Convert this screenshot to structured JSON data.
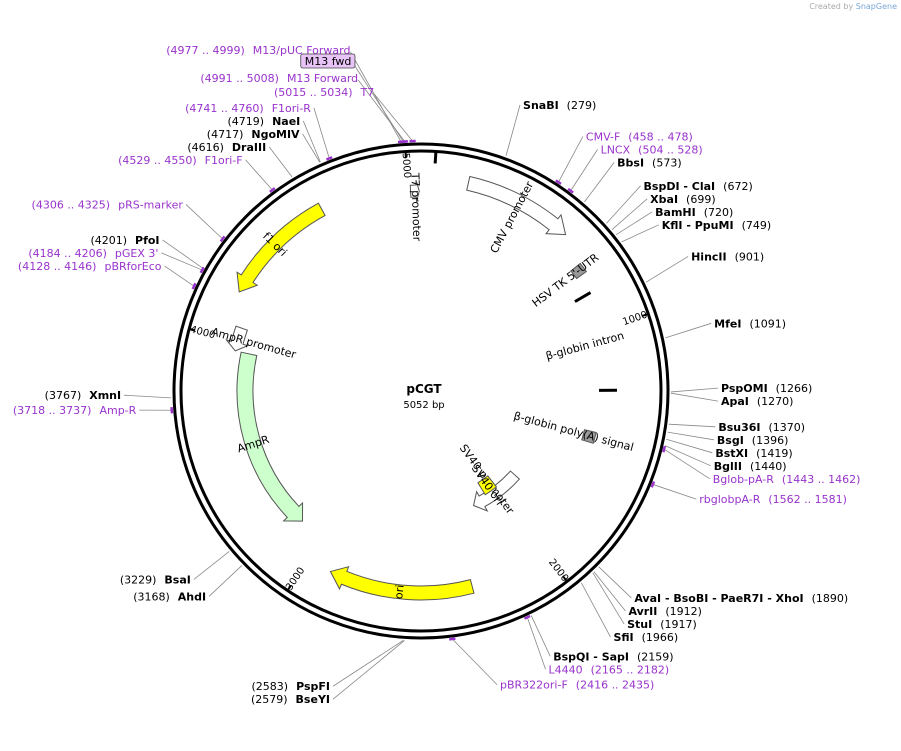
{
  "credit": {
    "prefix": "Created by",
    "brand": "SnapGene"
  },
  "plasmid": {
    "name": "pCGT",
    "size_label": "5052 bp",
    "length": 5052
  },
  "ticks": [
    "1000",
    "2000",
    "3000",
    "4000",
    "5000"
  ],
  "sites": [
    {
      "name": "SnaBI",
      "pos": 279,
      "loc": "(279)"
    },
    {
      "name": "BbsI",
      "pos": 573,
      "loc": "(573)"
    },
    {
      "name": "BspDI - ClaI",
      "pos": 672,
      "loc": "(672)"
    },
    {
      "name": "XbaI",
      "pos": 699,
      "loc": "(699)"
    },
    {
      "name": "BamHI",
      "pos": 720,
      "loc": "(720)"
    },
    {
      "name": "KflI - PpuMI",
      "pos": 749,
      "loc": "(749)"
    },
    {
      "name": "HincII",
      "pos": 901,
      "loc": "(901)"
    },
    {
      "name": "MfeI",
      "pos": 1091,
      "loc": "(1091)"
    },
    {
      "name": "PspOMI",
      "pos": 1266,
      "loc": "(1266)"
    },
    {
      "name": "ApaI",
      "pos": 1270,
      "loc": "(1270)"
    },
    {
      "name": "Bsu36I",
      "pos": 1370,
      "loc": "(1370)"
    },
    {
      "name": "BsgI",
      "pos": 1396,
      "loc": "(1396)"
    },
    {
      "name": "BstXI",
      "pos": 1419,
      "loc": "(1419)"
    },
    {
      "name": "BglII",
      "pos": 1440,
      "loc": "(1440)"
    },
    {
      "name": "AvaI - BsoBI - PaeR7I - XhoI",
      "pos": 1890,
      "loc": "(1890)"
    },
    {
      "name": "AvrII",
      "pos": 1912,
      "loc": "(1912)"
    },
    {
      "name": "StuI",
      "pos": 1917,
      "loc": "(1917)"
    },
    {
      "name": "SfiI",
      "pos": 1966,
      "loc": "(1966)"
    },
    {
      "name": "BspQI - SapI",
      "pos": 2159,
      "loc": "(2159)"
    },
    {
      "name": "BseYI",
      "pos": 2579,
      "loc": "(2579)"
    },
    {
      "name": "PspFI",
      "pos": 2583,
      "loc": "(2583)"
    },
    {
      "name": "AhdI",
      "pos": 3168,
      "loc": "(3168)"
    },
    {
      "name": "BsaI",
      "pos": 3229,
      "loc": "(3229)"
    },
    {
      "name": "XmnI",
      "pos": 3767,
      "loc": "(3767)"
    },
    {
      "name": "PfoI",
      "pos": 4201,
      "loc": "(4201)"
    },
    {
      "name": "DraIII",
      "pos": 4616,
      "loc": "(4616)"
    },
    {
      "name": "NgoMIV",
      "pos": 4717,
      "loc": "(4717)"
    },
    {
      "name": "NaeI",
      "pos": 4719,
      "loc": "(4719)"
    }
  ],
  "primers": [
    {
      "name": "CMV-F",
      "loc": "(458 .. 478)",
      "pos": 468
    },
    {
      "name": "LNCX",
      "loc": "(504 .. 528)",
      "pos": 516
    },
    {
      "name": "Bglob-pA-R",
      "loc": "(1443 .. 1462)",
      "pos": 1452
    },
    {
      "name": "rbglobpA-R",
      "loc": "(1562 .. 1581)",
      "pos": 1571
    },
    {
      "name": "L4440",
      "loc": "(2165 .. 2182)",
      "pos": 2173
    },
    {
      "name": "pBR322ori-F",
      "loc": "(2416 .. 2435)",
      "pos": 2425
    },
    {
      "name": "Amp-R",
      "loc": "(3718 .. 3737)",
      "pos": 3727
    },
    {
      "name": "pBRforEco",
      "loc": "(4128 .. 4146)",
      "pos": 4137
    },
    {
      "name": "pGEX 3'",
      "loc": "(4184 .. 4206)",
      "pos": 4195
    },
    {
      "name": "pRS-marker",
      "loc": "(4306 .. 4325)",
      "pos": 4315
    },
    {
      "name": "F1ori-F",
      "loc": "(4529 .. 4550)",
      "pos": 4540
    },
    {
      "name": "F1ori-R",
      "loc": "(4741 .. 4760)",
      "pos": 4750
    },
    {
      "name": "M13/pUC Forward",
      "loc": "(4977 .. 4999)",
      "pos": 4988
    },
    {
      "name": "M13 Forward",
      "loc": "(4991 .. 5008)",
      "pos": 5000
    },
    {
      "name": "M13 fwd",
      "loc": "",
      "pos": 4995,
      "boxed": true
    },
    {
      "name": "T7",
      "loc": "(5015 .. 5034)",
      "pos": 5025
    }
  ],
  "features": [
    {
      "name": "CMV promoter",
      "start": 180,
      "end": 600,
      "color": "#ffffff",
      "kind": "arrow-cw"
    },
    {
      "name": "HSV TK 5'-UTR",
      "start": 720,
      "end": 760,
      "color": "#999999",
      "kind": "box"
    },
    {
      "name": "β-globin intron",
      "start": 840,
      "end": 1260,
      "color": "#ffffff",
      "kind": "label"
    },
    {
      "name": "β-globin poly(A) signal",
      "start": 1450,
      "end": 1500,
      "color": "#999999",
      "kind": "box"
    },
    {
      "name": "SV40 promoter",
      "start": 1850,
      "end": 2180,
      "color": "#ffffff",
      "kind": "arrow-cw"
    },
    {
      "name": "SV40 ori",
      "start": 1990,
      "end": 2080,
      "color": "#ffff00",
      "kind": "box"
    },
    {
      "name": "ori",
      "start": 2320,
      "end": 2900,
      "color": "#ffff00",
      "kind": "arrow-cw"
    },
    {
      "name": "AmpR",
      "start": 3120,
      "end": 3960,
      "color": "#ccffcc",
      "kind": "arrow-ccw"
    },
    {
      "name": "AmpR promoter",
      "start": 3960,
      "end": 4060,
      "color": "#ffffff",
      "kind": "arrow-ccw"
    },
    {
      "name": "f1 ori",
      "start": 4190,
      "end": 4650,
      "color": "#ffff00",
      "kind": "arrow-ccw"
    },
    {
      "name": "T7 promoter",
      "start": 5010,
      "end": 5045,
      "color": "#ffffff",
      "kind": "arrow-cw"
    }
  ],
  "colors": {
    "site": "#000000",
    "primer": "#9933cc",
    "backbone": "#000000",
    "leader": "#888888"
  }
}
